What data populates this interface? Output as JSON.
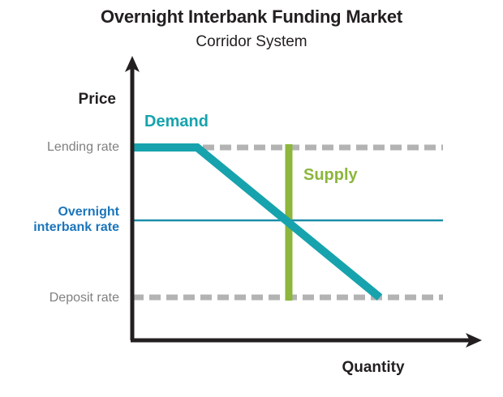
{
  "chart_data": {
    "type": "line",
    "title": "Overnight Interbank Funding Market",
    "subtitle": "Corridor System",
    "xlabel": "Quantity",
    "ylabel": "Price",
    "grid": false,
    "legend_position": "inline-annotations",
    "axes": {
      "x_axis_arrow": true,
      "y_axis_arrow": true,
      "x_tick_labels": [],
      "y_tick_labels": [
        "Lending rate",
        "Overnight interbank rate",
        "Deposit rate"
      ]
    },
    "y_levels": [
      {
        "name": "Lending rate",
        "label": "Lending rate",
        "value": 3.0,
        "color": "#b3b3b3",
        "style": "dashed"
      },
      {
        "name": "Overnight interbank rate",
        "label": "Overnight interbank rate",
        "value": 2.0,
        "color": "#1b8ea8",
        "style": "solid"
      },
      {
        "name": "Deposit rate",
        "label": "Deposit rate",
        "value": 1.0,
        "color": "#b3b3b3",
        "style": "dashed"
      }
    ],
    "series": [
      {
        "name": "Demand",
        "label": "Demand",
        "color": "#17a3ad",
        "shape": "kinked-downward-sloping",
        "points": [
          {
            "x": 0.0,
            "y": 3.0
          },
          {
            "x": 0.19,
            "y": 3.0
          },
          {
            "x": 0.72,
            "y": 1.0
          }
        ]
      },
      {
        "name": "Supply",
        "label": "Supply",
        "color": "#8cb63c",
        "shape": "vertical",
        "points": [
          {
            "x": 0.46,
            "y": 3.0
          },
          {
            "x": 0.46,
            "y": 1.0
          }
        ]
      }
    ],
    "equilibrium": {
      "x": 0.46,
      "y": 2.0,
      "label": "Overnight interbank rate"
    },
    "annotations": [
      {
        "text": "Demand",
        "color": "#17a3ad"
      },
      {
        "text": "Supply",
        "color": "#8cb63c"
      }
    ]
  },
  "colors": {
    "demand": "#17a3ad",
    "supply": "#8cb63c",
    "corridor_dash": "#b3b3b3",
    "policy_rate_line": "#1b8ea8",
    "overnight_label": "#1b75bb",
    "tick_label": "#808080",
    "axis": "#231f20",
    "background": "#ffffff"
  }
}
